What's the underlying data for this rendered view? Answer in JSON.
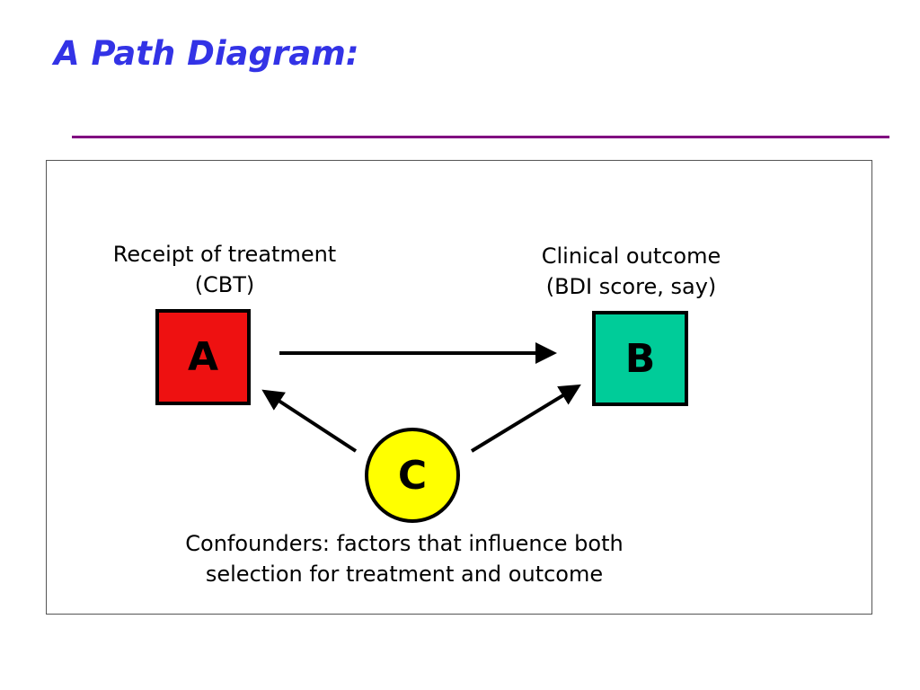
{
  "slide": {
    "title": "A Path Diagram:",
    "colors": {
      "title": "#3333e6",
      "rule": "#800080"
    }
  },
  "diagram": {
    "nodes": {
      "A": {
        "text": "A",
        "shape": "square",
        "color": "#ee1111",
        "caption": [
          "Receipt of treatment",
          "(CBT)"
        ]
      },
      "B": {
        "text": "B",
        "shape": "square",
        "color": "#00cc99",
        "caption": [
          "Clinical outcome",
          "(BDI score, say)"
        ]
      },
      "C": {
        "text": "C",
        "shape": "circle",
        "color": "#ffff00",
        "caption": [
          "Confounders: factors that influence both",
          "selection for treatment and outcome"
        ]
      }
    },
    "edges": [
      {
        "from": "A",
        "to": "B"
      },
      {
        "from": "C",
        "to": "A"
      },
      {
        "from": "C",
        "to": "B"
      }
    ]
  }
}
